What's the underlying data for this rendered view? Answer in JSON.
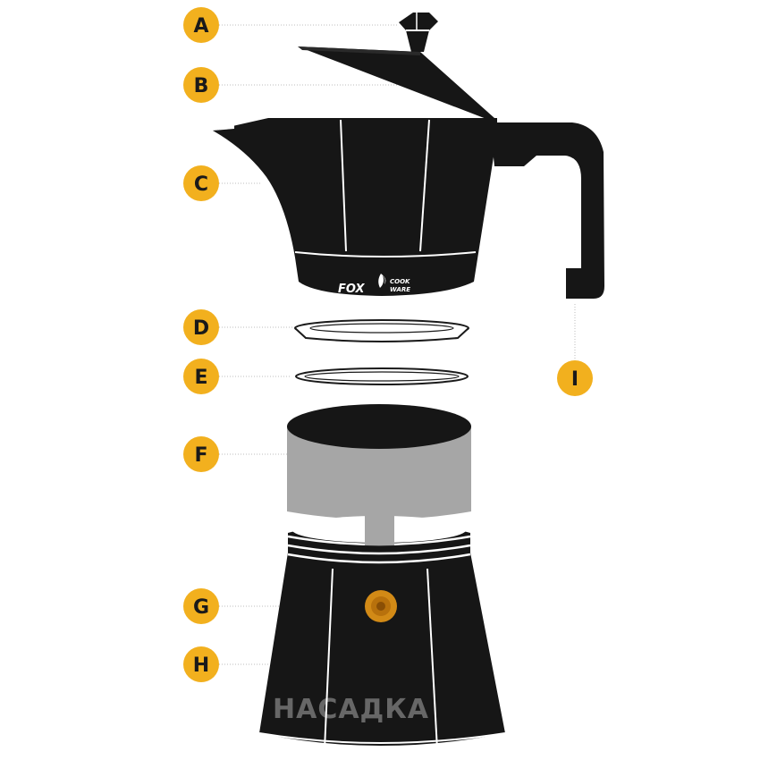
{
  "labels": {
    "a": "A",
    "b": "B",
    "c": "C",
    "d": "D",
    "e": "E",
    "f": "F",
    "g": "G",
    "h": "H",
    "i": "I"
  },
  "brand": {
    "name": "FOX",
    "line1": "COOK",
    "line2": "WARE"
  },
  "watermark": "НАСАДКА",
  "colors": {
    "badge": "#f2b01e",
    "body": "#161616",
    "filter": "#a6a6a6",
    "valve": "#d28a16"
  }
}
